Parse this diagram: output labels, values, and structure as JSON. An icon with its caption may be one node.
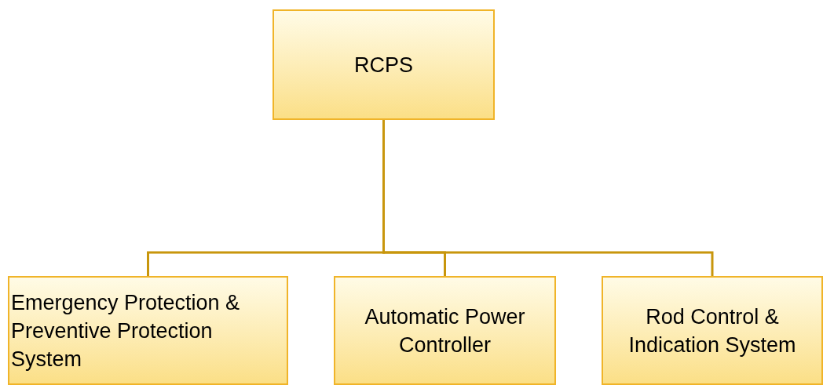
{
  "diagram": {
    "nodes": [
      {
        "text": [
          "RCPS"
        ]
      },
      {
        "text": [
          "Emergency Protection & Preventive Protection System"
        ]
      },
      {
        "text": [
          "Automatic Power Controller"
        ]
      },
      {
        "text": [
          "Rod Control & Indication System"
        ]
      }
    ],
    "edges": [
      {
        "from": 0,
        "to": 1,
        "arrow": "none"
      },
      {
        "from": 0,
        "to": 2,
        "arrow": "none"
      },
      {
        "from": 0,
        "to": 3,
        "arrow": "none"
      }
    ]
  }
}
